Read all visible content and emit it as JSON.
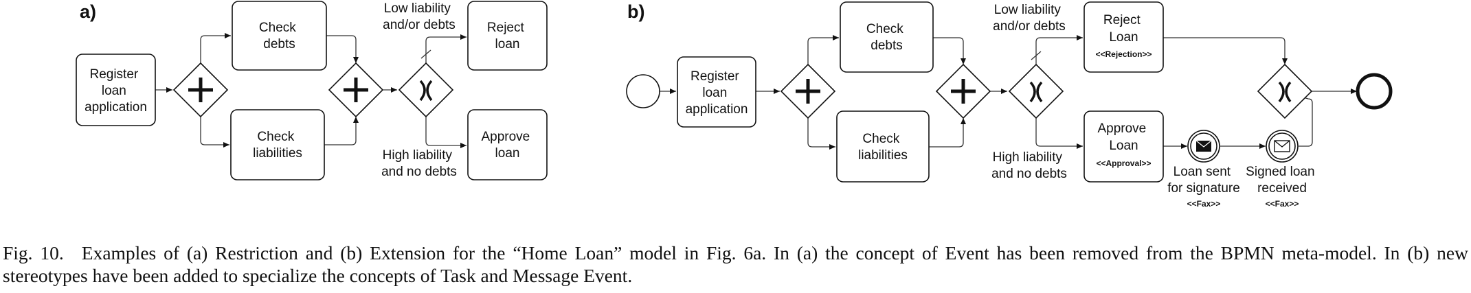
{
  "panels": {
    "a": {
      "label": "a)",
      "tasks": {
        "register": [
          "Register",
          "loan",
          "application"
        ],
        "check_debts": [
          "Check",
          "debts"
        ],
        "check_liabilities": [
          "Check",
          "liabilities"
        ],
        "reject": [
          "Reject",
          "loan"
        ],
        "approve": [
          "Approve",
          "loan"
        ]
      },
      "conditions": {
        "low": [
          "Low liability",
          "and/or debts"
        ],
        "high": [
          "High liability",
          "and no debts"
        ]
      }
    },
    "b": {
      "label": "b)",
      "tasks": {
        "register": [
          "Register",
          "loan",
          "application"
        ],
        "check_debts": [
          "Check",
          "debts"
        ],
        "check_liabilities": [
          "Check",
          "liabilities"
        ],
        "reject": [
          "Reject",
          "Loan"
        ],
        "reject_stereotype": "<<Rejection>>",
        "approve": [
          "Approve",
          "Loan"
        ],
        "approve_stereotype": "<<Approval>>"
      },
      "conditions": {
        "low": [
          "Low liability",
          "and/or debts"
        ],
        "high": [
          "High liability",
          "and no debts"
        ]
      },
      "events": {
        "sent": [
          "Loan sent",
          "for signature"
        ],
        "sent_stereotype": "<<Fax>>",
        "received": [
          "Signed loan",
          "received"
        ],
        "received_stereotype": "<<Fax>>"
      }
    }
  },
  "caption": {
    "fig_label": "Fig. 10.",
    "text": "Examples of (a) Restriction and (b) Extension for the “Home Loan” model in Fig. 6a. In (a) the concept of Event has been removed from the BPMN meta-model. In (b) new stereotypes have been added to specialize the concepts of Task and Message Event."
  }
}
